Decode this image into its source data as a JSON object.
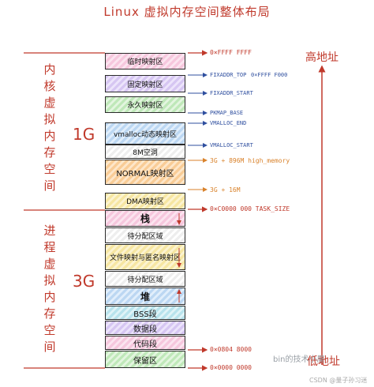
{
  "title": "Linux 虚拟内存空间整体布局",
  "kernel_label": "内核虚拟内存空间",
  "kernel_size": "1G",
  "user_label": "进程虚拟内存空间",
  "user_size": "3G",
  "high_addr": "高地址",
  "low_addr": "低地址",
  "regions": {
    "temp_map": "临时映射区",
    "fixed_map": "固定映射区",
    "perm_map": "永久映射区",
    "vmalloc": "vmalloc动态映射区",
    "gap_8m": "8M空洞",
    "normal": "NORMAL映射区",
    "dma": "DMA映射区",
    "stack": "栈",
    "unalloc1": "待分配区域",
    "mmap": "文件映射与匿名映射区",
    "unalloc2": "待分配区域",
    "heap": "堆",
    "bss": "BSS段",
    "data": "数据段",
    "text": "代码段",
    "reserved": "保留区"
  },
  "addresses": {
    "top": "0×FFFF FFFF",
    "fixaddr_top": "FIXADDR_TOP",
    "fixaddr_top_val": "0×FFFF F000",
    "fixaddr_start": "FIXADDR_START",
    "pkmap_base": "PKMAP_BASE",
    "vmalloc_end": "VMALLOC_END",
    "vmalloc_start": "VMALLOC_START",
    "high_memory": "3G + 896M  high_memory",
    "g16m": "3G + 16M",
    "task_size": "0×C0000 000  TASK_SIZE",
    "text_start": "0×0804 8000",
    "zero": "0×0000 0000"
  },
  "watermark": {
    "main": "bin的技术小屋",
    "csdn": "CSDN @量子孙习迷"
  },
  "colors": {
    "accent_red": "#c0392b",
    "address_blue": "#2f4f9f",
    "address_orange": "#d9822b"
  }
}
